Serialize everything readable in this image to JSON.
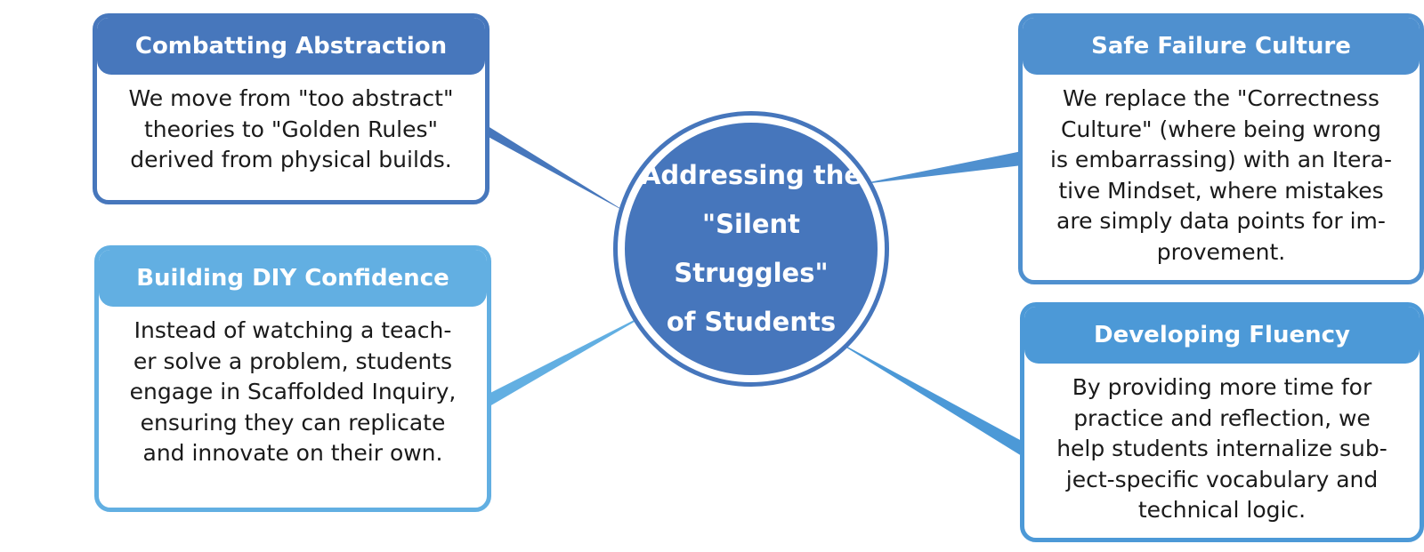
{
  "center": {
    "lines": [
      "Addressing the",
      "\"Silent Struggles\"",
      "of Students"
    ]
  },
  "cards": {
    "combatting_abstraction": {
      "title": "Combatting Abstraction",
      "lines": [
        "We move from \"too abstract\"",
        "theories to \"Golden Rules\"",
        "derived from physical builds."
      ]
    },
    "building_diy_confidence": {
      "title": "Building DIY Confidence",
      "lines": [
        "Instead of watching a teach-",
        "er solve a problem, students",
        "engage in Scaffolded Inquiry,",
        "ensuring they can replicate",
        "and innovate on their own."
      ]
    },
    "safe_failure_culture": {
      "title": "Safe Failure Culture",
      "lines": [
        "We replace the \"Correctness",
        "Culture\" (where being wrong",
        "is embarrassing) with an Itera-",
        "tive Mindset, where mistakes",
        "are simply data points for im-",
        "provement."
      ]
    },
    "developing_fluency": {
      "title": "Developing Fluency",
      "lines": [
        "By providing more time for",
        "practice and reflection, we",
        "help students internalize sub-",
        "ject-specific vocabulary and",
        "technical logic."
      ]
    }
  },
  "colors": {
    "dark_blue": "#4676bc",
    "mid_blue": "#4f90cf",
    "light_blue": "#62afe2",
    "text": "#1a1a1a"
  }
}
